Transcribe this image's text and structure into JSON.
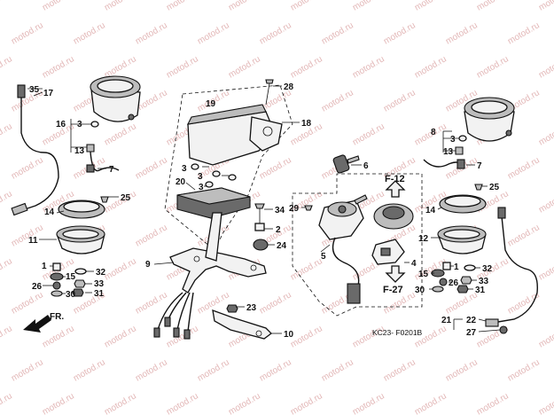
{
  "watermark": "motod.ru",
  "diagram_code": "KC23- F0201B",
  "front_indicator": "FR.",
  "refs": {
    "ref_top": "F-12",
    "ref_bottom": "F-27"
  },
  "labels": {
    "l35": "35",
    "l17": "17",
    "l16": "16",
    "l3a": "3",
    "l13a": "13",
    "l7a": "7",
    "l25a": "25",
    "l14a": "14",
    "l11": "11",
    "l1a": "1",
    "l15a": "15",
    "l32a": "32",
    "l26a": "26",
    "l33a": "33",
    "l30a": "30",
    "l31a": "31",
    "l9": "9",
    "l28": "28",
    "l19": "19",
    "l18": "18",
    "l3b": "3",
    "l3c": "3",
    "l20": "20",
    "l3d": "3",
    "l34": "34",
    "l2": "2",
    "l24": "24",
    "l23": "23",
    "l10": "10",
    "l6": "6",
    "l29": "29",
    "l5": "5",
    "l4": "4",
    "l8": "8",
    "l3e": "3",
    "l13b": "13",
    "l7b": "7",
    "l25b": "25",
    "l14b": "14",
    "l12": "12",
    "l15b": "15",
    "l1b": "1",
    "l32b": "32",
    "l26b": "26",
    "l33b": "33",
    "l30b": "30",
    "l31b": "31",
    "l21": "21",
    "l22": "22",
    "l27": "27"
  }
}
